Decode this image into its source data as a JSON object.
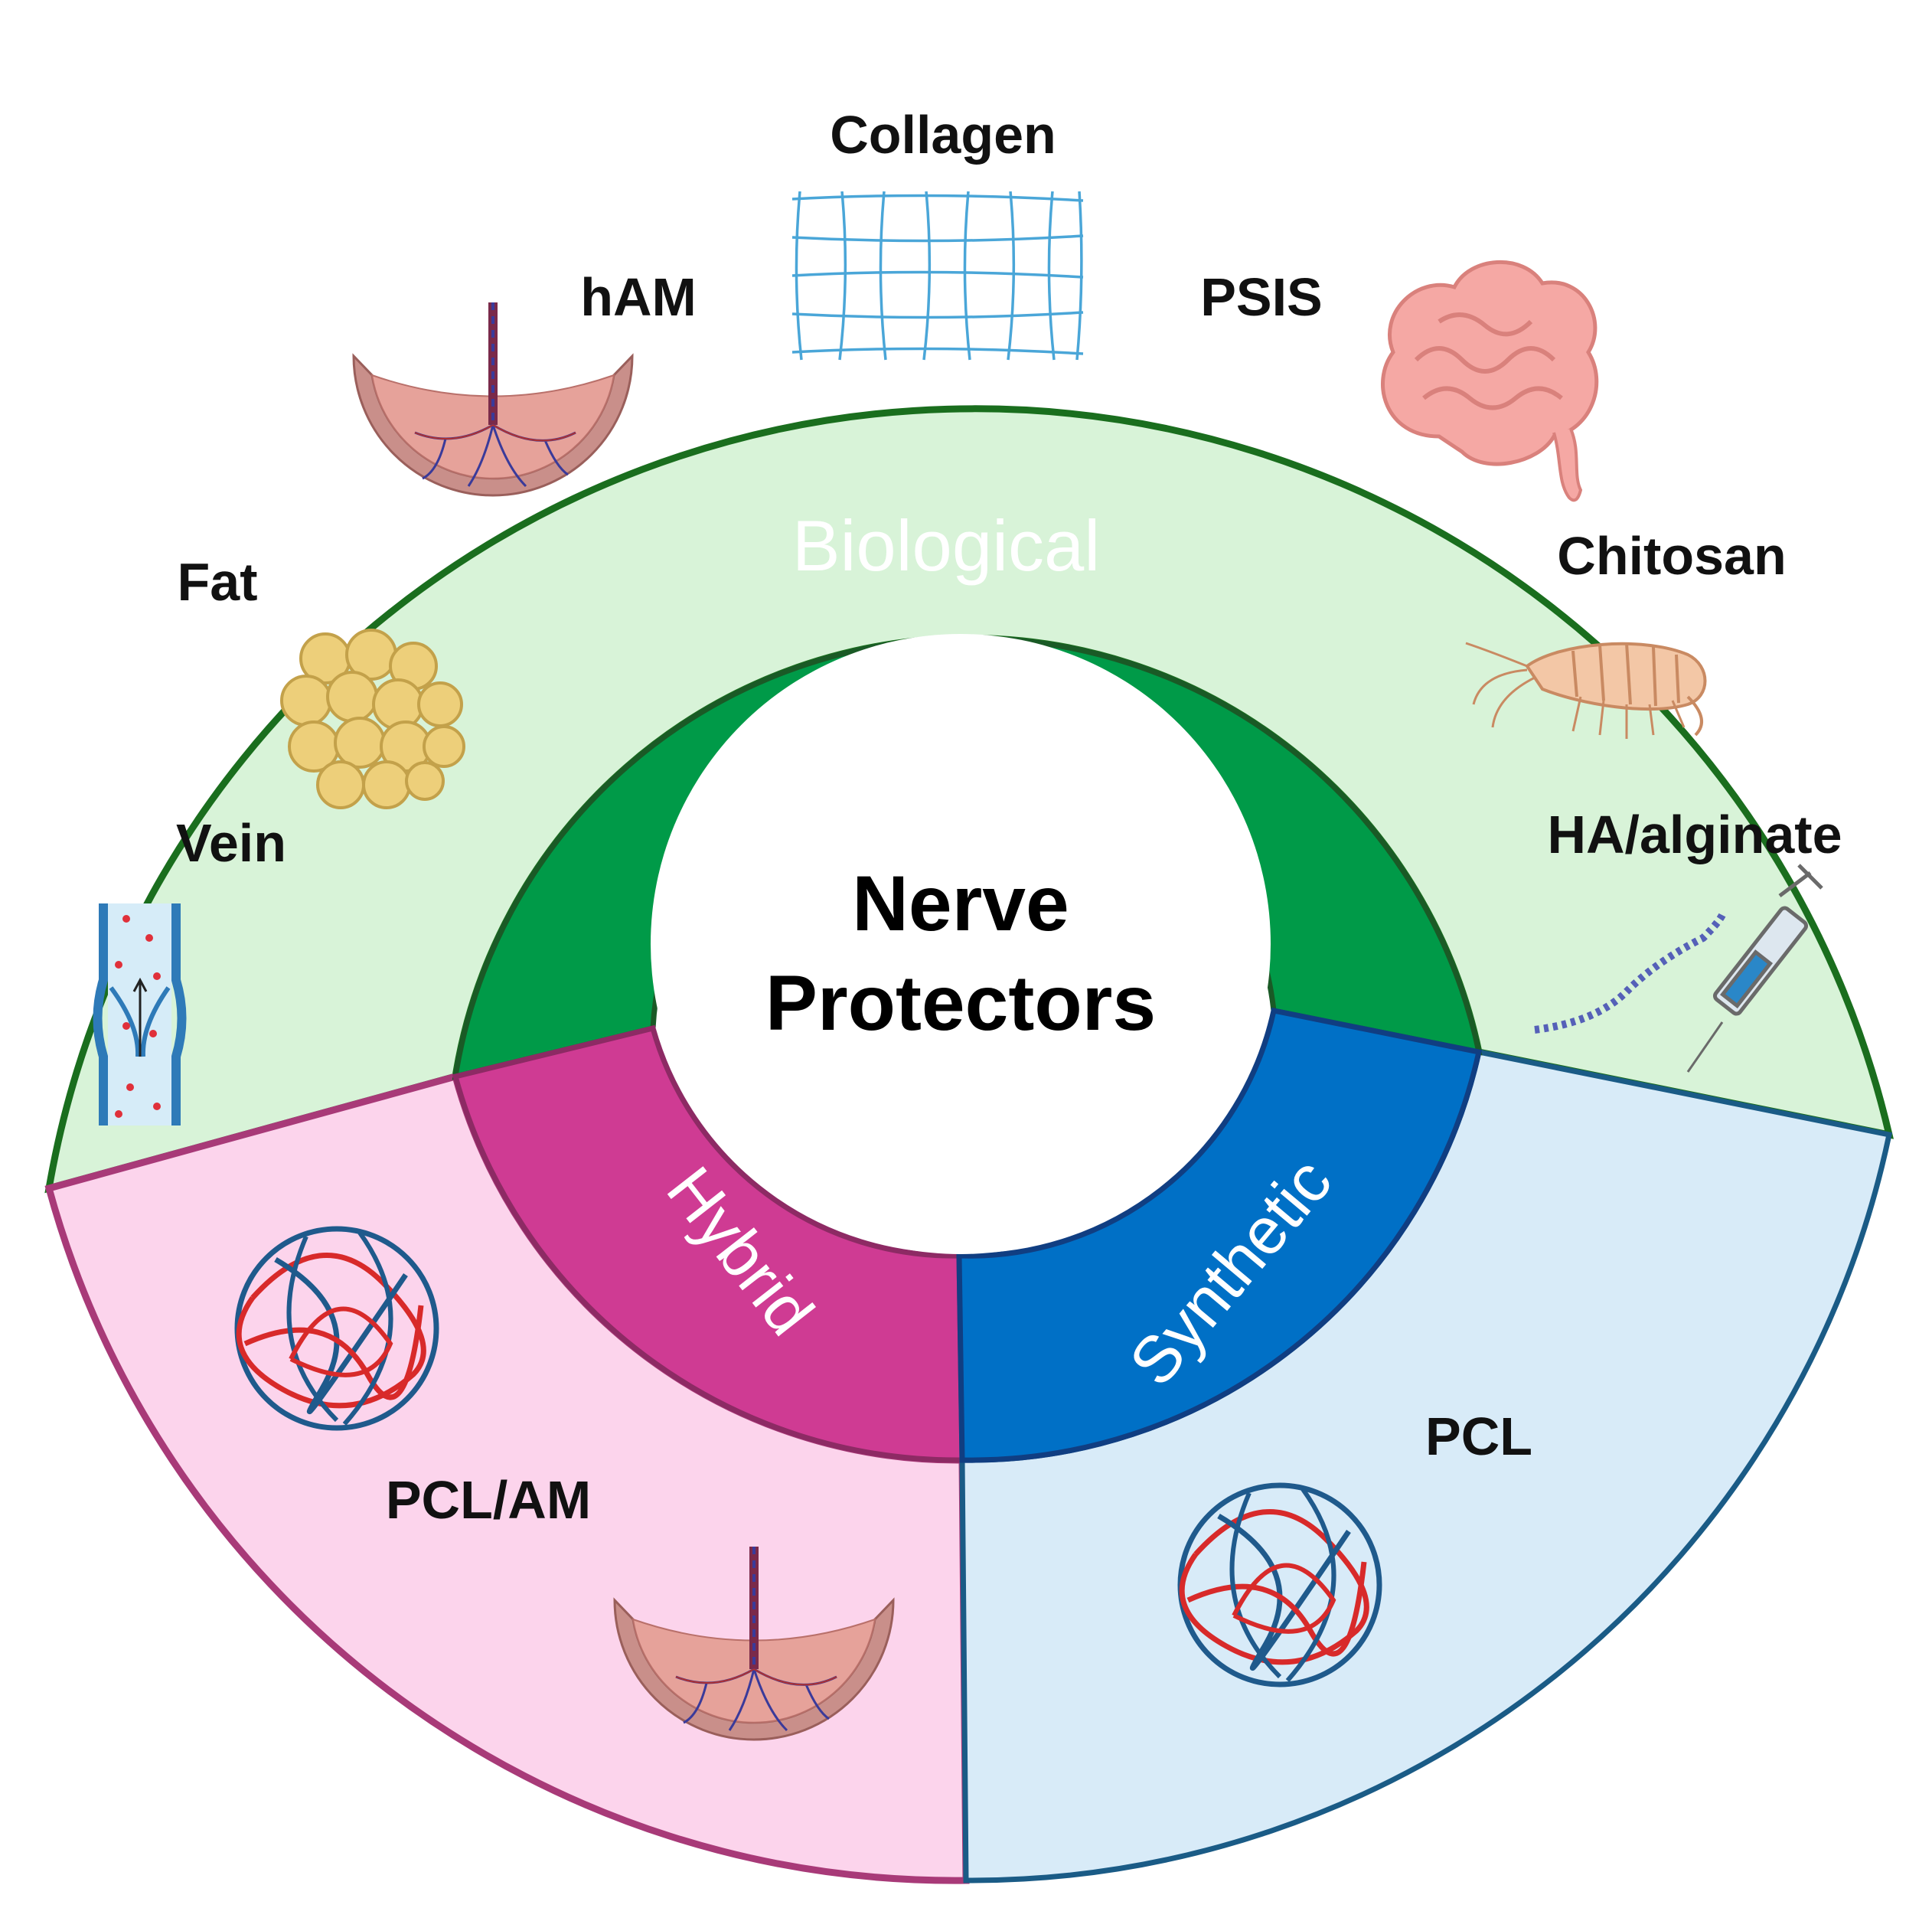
{
  "diagram": {
    "center_title_line1": "Nerve",
    "center_title_line2": "Protectors",
    "categories": {
      "biological": "Biological",
      "hybrid": "Hybrid",
      "synthetic": "Synthetic"
    },
    "items": {
      "collagen": "Collagen",
      "ham": "hAM",
      "psis": "PSIS",
      "fat": "Fat",
      "chitosan": "Chitosan",
      "vein": "Vein",
      "ha_alginate": "HA/alginate",
      "pcl_am": "PCL/AM",
      "pcl": "PCL"
    },
    "icons": [
      "collagen-mesh-icon",
      "amniotic-membrane-icon",
      "intestine-icon",
      "fat-cells-icon",
      "shrimp-icon",
      "vein-icon",
      "polymer-chain-icon",
      "syringe-icon",
      "polymer-ball-icon"
    ],
    "colors": {
      "biological_outer": "#d8f3d8",
      "biological_inner": "#009a48",
      "biological_border": "#1a6e1e",
      "hybrid_outer": "#fcd4ec",
      "hybrid_inner": "#cf3b93",
      "hybrid_border": "#a83a78",
      "synthetic_outer": "#d8ebf8",
      "synthetic_inner": "#0070c6",
      "synthetic_border": "#1a5b86"
    }
  }
}
